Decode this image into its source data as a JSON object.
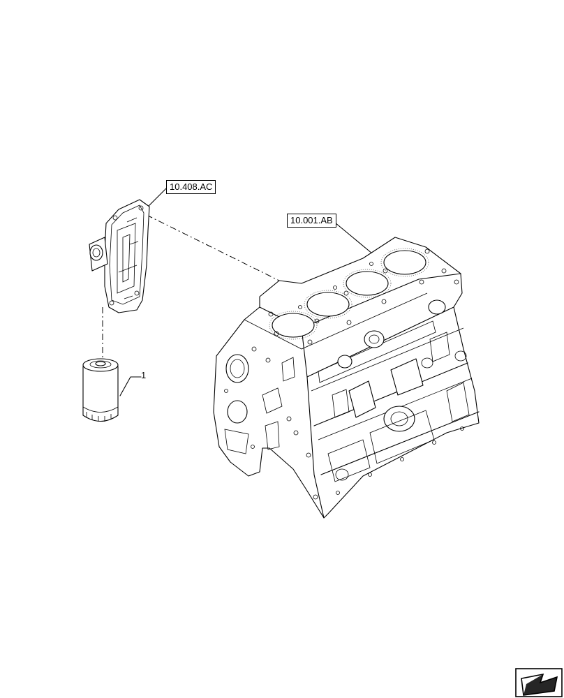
{
  "callouts": {
    "filter_head_ref": "10.408.AC",
    "engine_block_ref": "10.001.AB"
  },
  "items": {
    "oil_filter_number": "1"
  }
}
